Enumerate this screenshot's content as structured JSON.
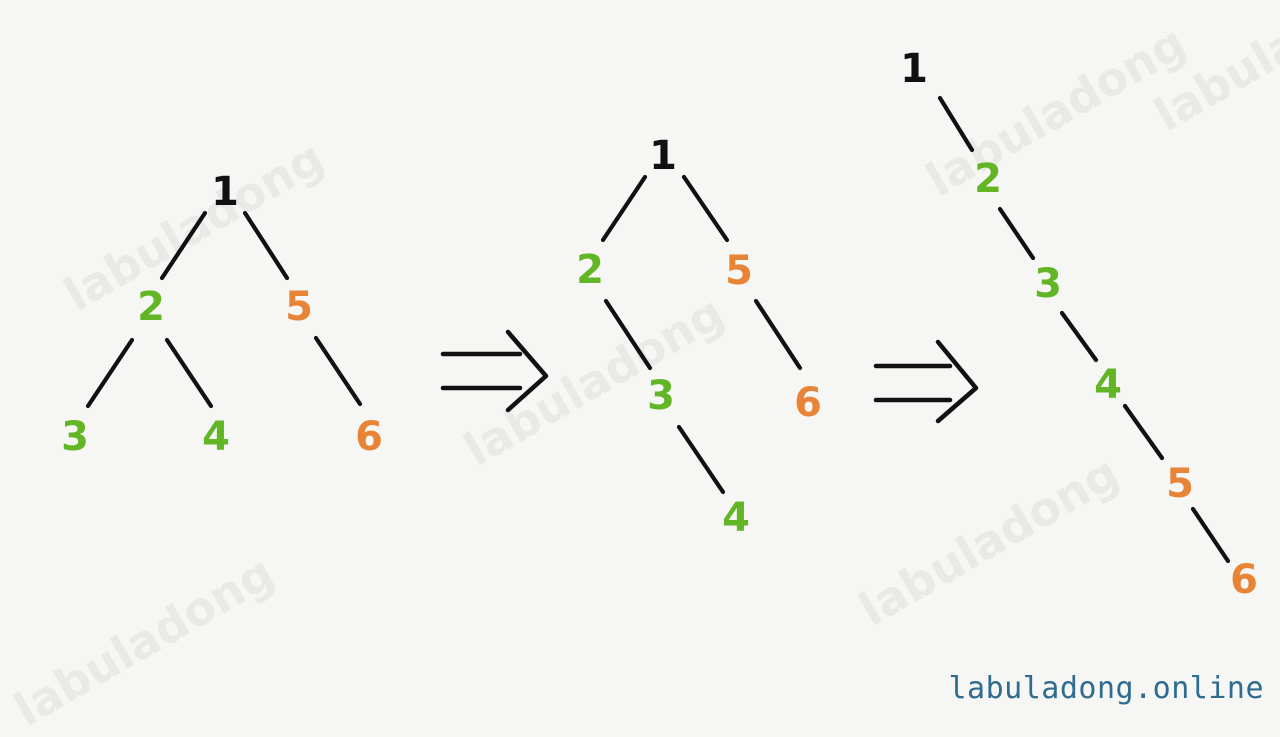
{
  "colors": {
    "black": "#111111",
    "green": "#62b626",
    "orange": "#e88436",
    "footer": "#2f6c8f"
  },
  "watermarks": [
    {
      "text": "labuladong"
    },
    {
      "text": "labuladong"
    },
    {
      "text": "labuladong"
    },
    {
      "text": "labuladong"
    },
    {
      "text": "labuladong"
    },
    {
      "text": "labuladong"
    }
  ],
  "footer": {
    "text": "labuladong.online"
  },
  "diagram": {
    "trees": [
      {
        "id": "tree-original",
        "nodes": [
          {
            "label": "1",
            "color": "black"
          },
          {
            "label": "2",
            "color": "green"
          },
          {
            "label": "5",
            "color": "orange"
          },
          {
            "label": "3",
            "color": "green"
          },
          {
            "label": "4",
            "color": "green"
          },
          {
            "label": "6",
            "color": "orange"
          }
        ]
      },
      {
        "id": "tree-intermediate",
        "nodes": [
          {
            "label": "1",
            "color": "black"
          },
          {
            "label": "2",
            "color": "green"
          },
          {
            "label": "5",
            "color": "orange"
          },
          {
            "label": "3",
            "color": "green"
          },
          {
            "label": "4",
            "color": "green"
          },
          {
            "label": "6",
            "color": "orange"
          }
        ]
      },
      {
        "id": "tree-flattened",
        "nodes": [
          {
            "label": "1",
            "color": "black"
          },
          {
            "label": "2",
            "color": "green"
          },
          {
            "label": "3",
            "color": "green"
          },
          {
            "label": "4",
            "color": "green"
          },
          {
            "label": "5",
            "color": "orange"
          },
          {
            "label": "6",
            "color": "orange"
          }
        ]
      }
    ]
  }
}
